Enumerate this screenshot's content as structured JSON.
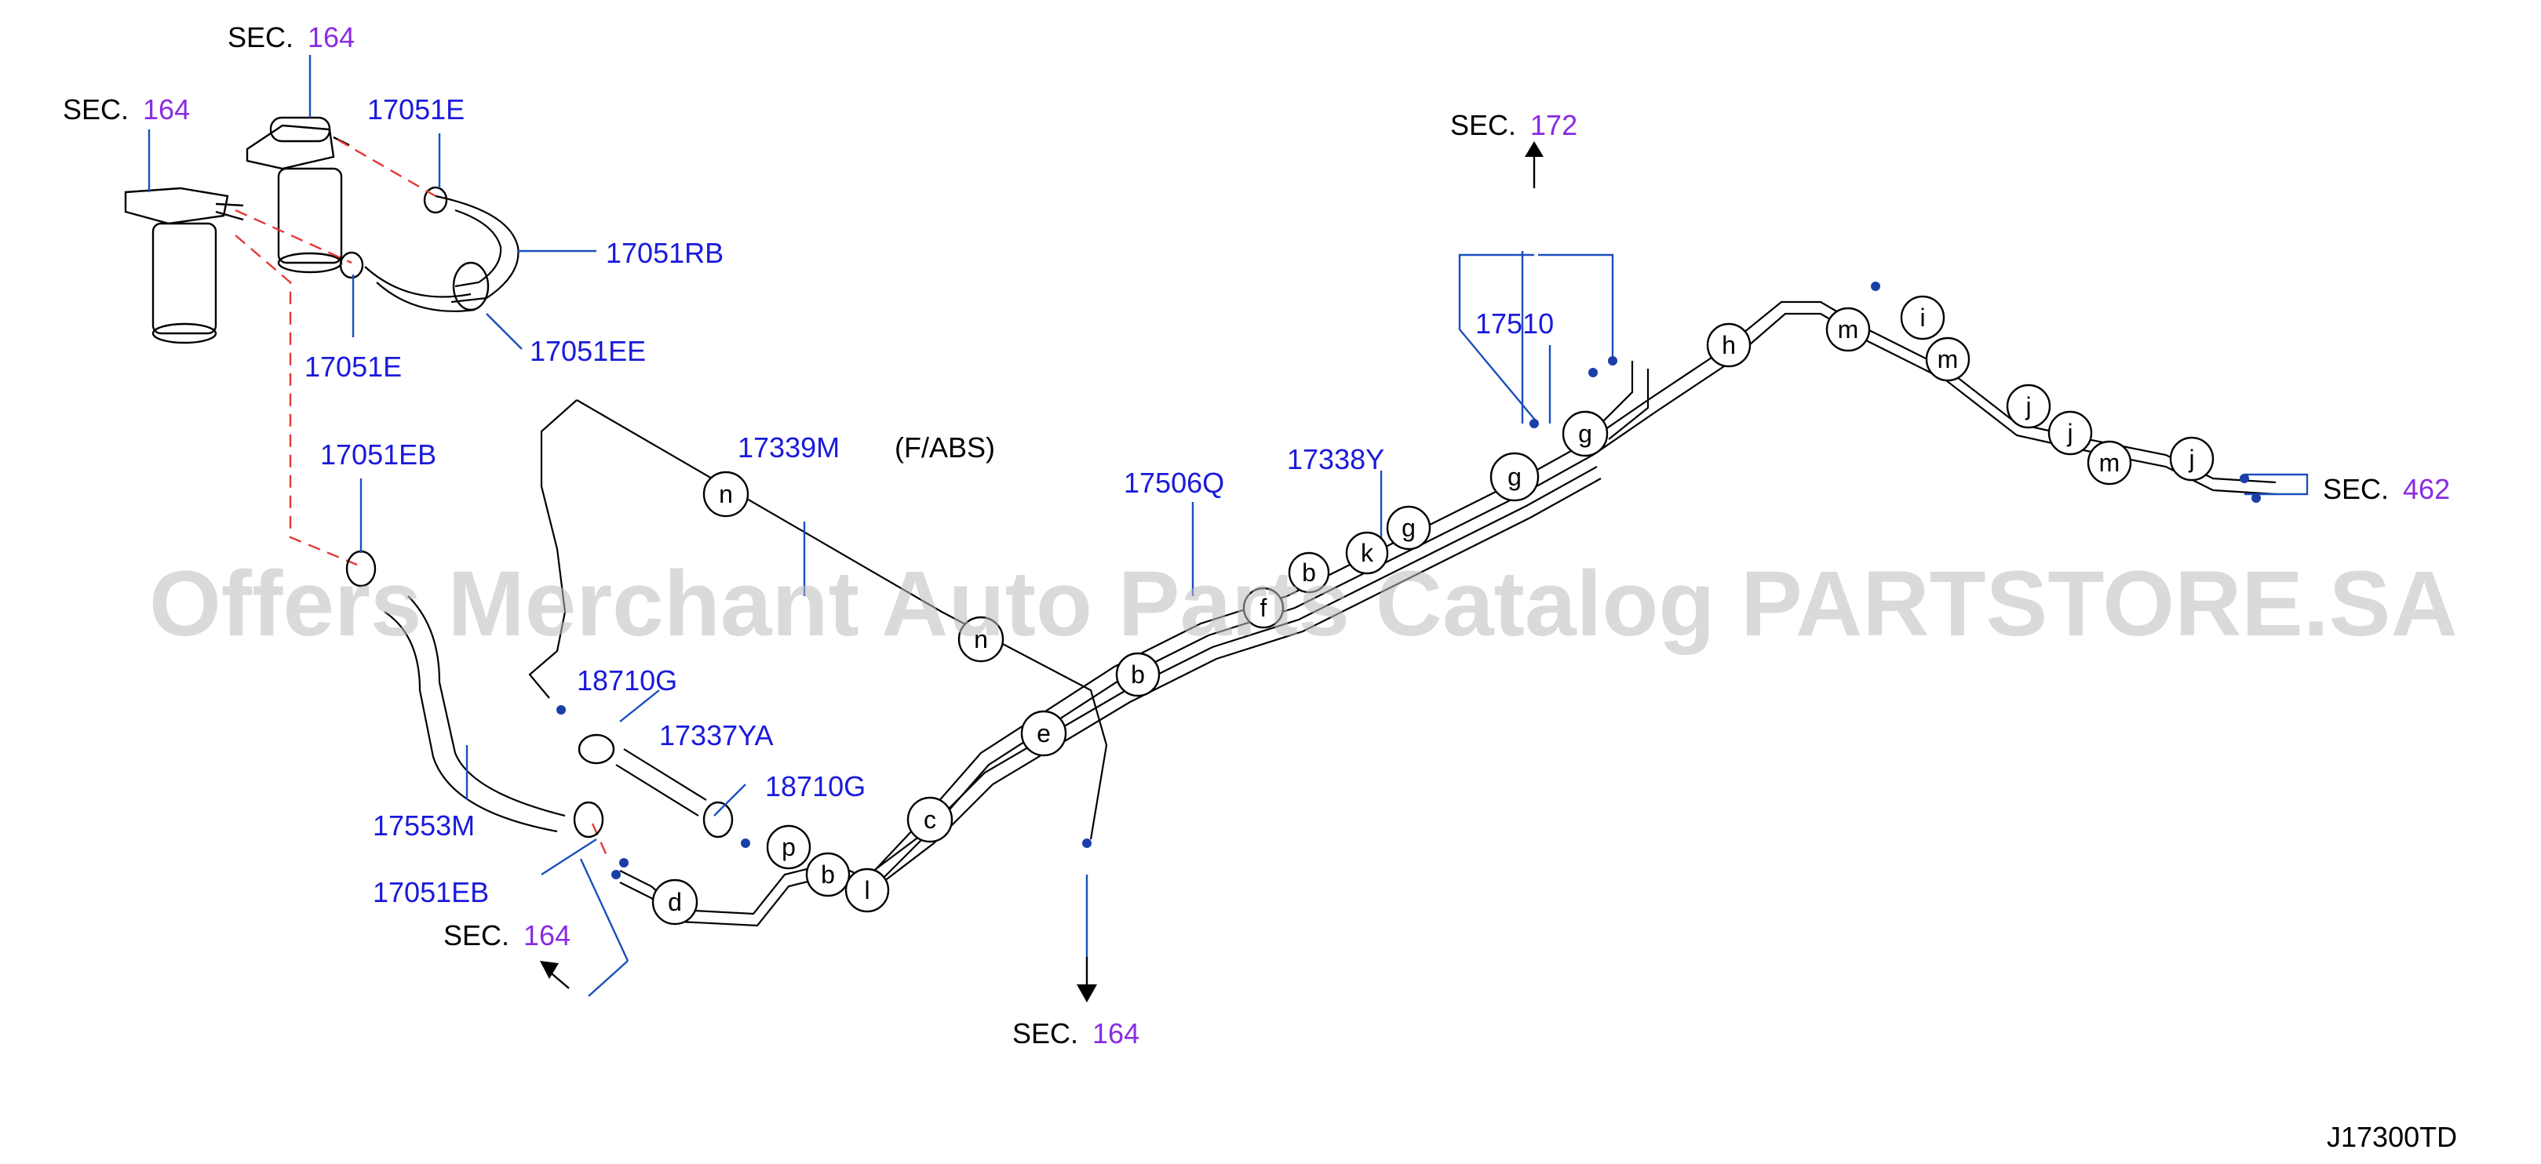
{
  "watermark": "Offers Merchant Auto Parts Catalog PARTSTORE.SA",
  "diagram_code": "J17300TD",
  "note": "(F/ABS)",
  "colors": {
    "part_number": "#1a1adb",
    "section_number": "#8a2be2",
    "leader": "#1a4fbf",
    "dashed": "#e53935",
    "watermark": "#bdbdbd"
  },
  "sections": [
    {
      "prefix": "SEC.",
      "number": "164"
    },
    {
      "prefix": "SEC.",
      "number": "164"
    },
    {
      "prefix": "SEC.",
      "number": "172"
    },
    {
      "prefix": "SEC.",
      "number": "462"
    },
    {
      "prefix": "SEC.",
      "number": "164"
    },
    {
      "prefix": "SEC.",
      "number": "164"
    }
  ],
  "parts": [
    "17051E",
    "17051RB",
    "17051EE",
    "17051E",
    "17051EB",
    "17339M",
    "18710G",
    "17337YA",
    "18710G",
    "17553M",
    "17051EB",
    "17506Q",
    "17338Y",
    "17510"
  ],
  "callouts": [
    "n",
    "n",
    "b",
    "e",
    "c",
    "p",
    "b",
    "l",
    "d",
    "f",
    "b",
    "k",
    "g",
    "g",
    "g",
    "h",
    "m",
    "i",
    "m",
    "j",
    "j",
    "m",
    "j"
  ]
}
